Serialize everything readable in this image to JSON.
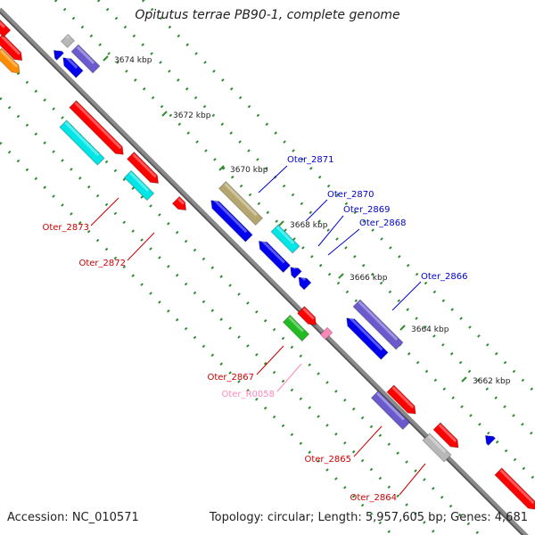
{
  "title": "Opitutus terrae PB90-1, complete genome",
  "footer": {
    "accession": "Accession: NC_010571",
    "summary": "Topology: circular; Length: 5,957,605 bp; Genes: 4,681"
  },
  "ticks": [
    "3674 kbp",
    "3672 kbp",
    "3670 kbp",
    "3668 kbp",
    "3666 kbp",
    "3664 kbp",
    "3662 kbp"
  ],
  "gene_labels": [
    {
      "id": "Oter_2871",
      "color": "#0000cc"
    },
    {
      "id": "Oter_2870",
      "color": "#0000cc"
    },
    {
      "id": "Oter_2869",
      "color": "#0000cc"
    },
    {
      "id": "Oter_2868",
      "color": "#0000cc"
    },
    {
      "id": "Oter_2866",
      "color": "#0000cc"
    },
    {
      "id": "Oter_2873",
      "color": "#cc0000"
    },
    {
      "id": "Oter_2872",
      "color": "#cc0000"
    },
    {
      "id": "Oter_2867",
      "color": "#cc0000"
    },
    {
      "id": "Oter_R0058",
      "color": "#ff88bb"
    },
    {
      "id": "Oter_2865",
      "color": "#cc0000"
    },
    {
      "id": "Oter_2864",
      "color": "#cc0000"
    }
  ],
  "colors": {
    "backbone": "#8a8a8a",
    "tick_dot": "#2e8b2e",
    "forward_gene": "#ff0000",
    "reverse_gene": "#0000ee",
    "cyan_gene": "#00e5e5",
    "purple_gene": "#6a5acd",
    "olive_gene": "#b5a66e",
    "green_gene": "#22bb22",
    "grey_gene": "#b8b8b8",
    "orange_gene": "#ff8c00"
  }
}
